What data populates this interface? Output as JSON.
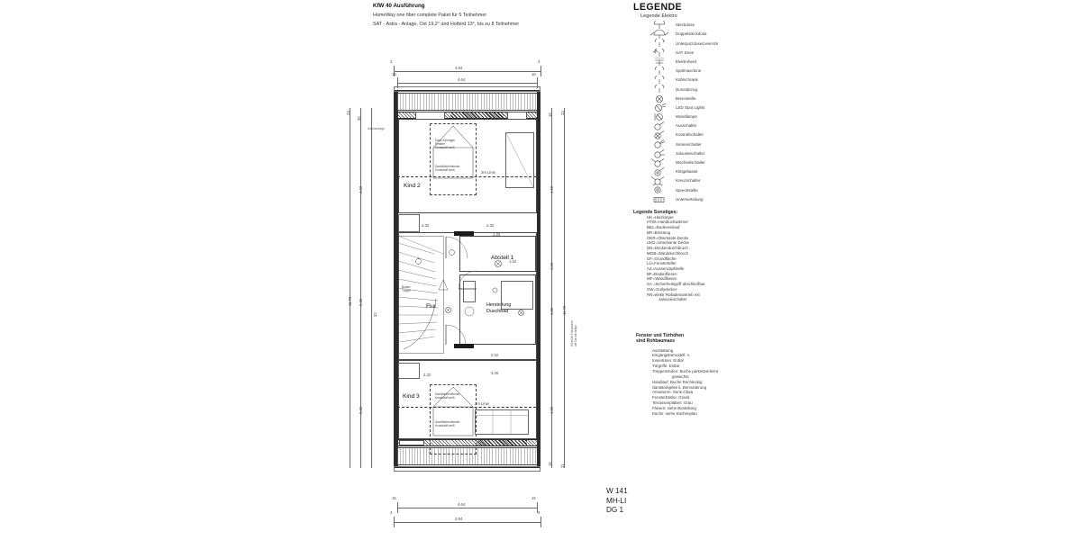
{
  "header": {
    "line1": "KfW 40 Ausführung",
    "line2": "HomeWay one fiber complete Paket für 5 Teilnehmer",
    "line3": "SAT - Astra - Anlage, Ost 19,2° und Hotbird 13°, bis zu 8 Teilnehmer"
  },
  "legend": {
    "title": "LEGENDE",
    "subtitle": "Legende Elektro",
    "items": [
      {
        "icon": "socket-icon",
        "label": "Steckdose"
      },
      {
        "icon": "double-socket-icon",
        "label": "Doppelsteckdose"
      },
      {
        "icon": "flush-box-icon",
        "label": "Unterputzdose/Leerrohr"
      },
      {
        "icon": "sat-socket-icon",
        "label": "SAT Dose"
      },
      {
        "icon": "electric-stove-icon",
        "label": "Elektroherd"
      },
      {
        "icon": "dishwasher-icon",
        "label": "Spülmaschine"
      },
      {
        "icon": "fridge-icon",
        "label": "Kühlschrank"
      },
      {
        "icon": "extractor-hood-icon",
        "label": "Dunstabzug"
      },
      {
        "icon": "light-point-icon",
        "label": "Brennstelle"
      },
      {
        "icon": "led-spot-icon",
        "label": "LED Spot Lights"
      },
      {
        "icon": "wall-lamp-icon",
        "label": "Wandlampe"
      },
      {
        "icon": "switch-icon",
        "label": "Ausschalter"
      },
      {
        "icon": "control-switch-icon",
        "label": "Kontrollschalter"
      },
      {
        "icon": "series-switch-icon",
        "label": "Serienschalter"
      },
      {
        "icon": "blind-switch-icon",
        "label": "Jalousieschalter"
      },
      {
        "icon": "two-way-switch-icon",
        "label": "Wechselschalter"
      },
      {
        "icon": "bell-push-icon",
        "label": "Klingeltaster"
      },
      {
        "icon": "cross-switch-icon",
        "label": "Kreuzschalter"
      },
      {
        "icon": "intercom-icon",
        "label": "Sprechstelle"
      },
      {
        "icon": "distribution-box-icon",
        "label": "Unterverteilung"
      }
    ],
    "misc_title": "Legende Sonstiges:",
    "misc_items": [
      "HK=Heizkörper",
      "HTW=Handtuchwärmer",
      "BEL=Bodeneinlauf",
      "BR=Brüstung",
      "OKR=Oberkante Decke",
      "UKD=Unterkante Decke",
      "DD=Deckendurchbruch",
      "WDB=Wanddurchbruch",
      "GF=Grundfläche",
      "LÜ=Fensterlüfter",
      "AZ=Aussenzapfstelle",
      "BF=Bodenfliesen",
      "WF=Wandfliesen",
      "SA =Sicherheitsgriff abschließbar",
      "GW=Gullydecker",
      "RN=elektr Rolladenantrieb mit"
    ],
    "misc_items_cont": "Jalousieschalter"
  },
  "notes": {
    "title_line1": "Fenster und Türhöhen",
    "title_line2": "sind Rohbaumass",
    "section": "Ausstattung",
    "items": [
      "Eingangstürmodell: A",
      "Innentüren: Enttal",
      "Türgriffe: Enttal",
      "Treppenstufen: Buche parkettverleimt"
    ],
    "items_cont": "gewachst",
    "items2": [
      "Handlauf: Buche Rechteckig",
      "Sanitärobjekte lt. Bemusterung",
      "Armaturen: Serie Cliwa",
      "Fensterbänke: Granit",
      "Terrassenplatten: Grau",
      "Fliesen: siehe Bestellung",
      "Küche: siehe Küchenplan"
    ]
  },
  "sheet_id": {
    "line1": "W 141",
    "line2": "MH-LI",
    "line3": "DG 1"
  },
  "plan": {
    "rooms": [
      {
        "name": "Kind 2",
        "label": "Kind 2"
      },
      {
        "name": "Abstell",
        "label": "Abstell 1"
      },
      {
        "name": "Flur",
        "label": "Flur"
      },
      {
        "name": "Bad",
        "label": "Herstellung\nDuschbad"
      },
      {
        "name": "Kind 3",
        "label": "Kind 3"
      }
    ],
    "two_meter_line_label": "2m Linie",
    "dimensions": {
      "top_outer": "4.94",
      "top_inner": "4.64",
      "bottom_outer": "4.94",
      "bottom_inner": "4.64",
      "wall_thickness": "15",
      "wall_edge": "3",
      "left_total": "11.75",
      "left_chain": [
        "4.22",
        "3.25",
        "3.82"
      ],
      "right_chain": [
        "4.22",
        "1.00",
        "1.30",
        "4.20"
      ],
      "right_total": "11.75",
      "inner_marks": [
        "2.32",
        "2.32",
        "1.33",
        "1.00",
        "2.32",
        "3.40",
        "1.22",
        "2.41"
      ],
      "small_marks": [
        "23",
        "35",
        "32",
        "15",
        "14",
        "21",
        "25"
      ]
    },
    "annotations": [
      "Dach-Schrägen\nFenster\nKunststoff weiß",
      "Dachflächenfenster\nKunststoff weiß",
      "2m Linie",
      "Bodentreppe"
    ]
  }
}
